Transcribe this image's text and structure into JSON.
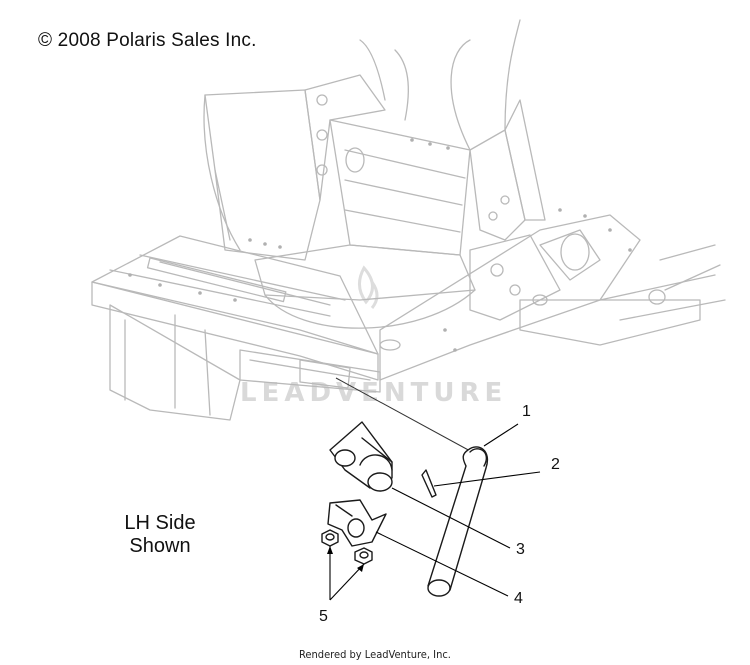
{
  "copyright": "© 2008 Polaris Sales Inc.",
  "caption": {
    "line1": "LH Side",
    "line2": "Shown"
  },
  "watermark": "LEADVENTURE",
  "footer": "Rendered by LeadVenture, Inc.",
  "callouts": [
    "1",
    "2",
    "3",
    "4",
    "5"
  ],
  "parts": [
    {
      "number": "1",
      "icon": "tube-icon"
    },
    {
      "number": "2",
      "icon": "cable-tie-icon"
    },
    {
      "number": "3",
      "icon": "clamp-bracket-icon"
    },
    {
      "number": "4",
      "icon": "saddle-bracket-icon"
    },
    {
      "number": "5",
      "icon": "nut-icon"
    }
  ]
}
